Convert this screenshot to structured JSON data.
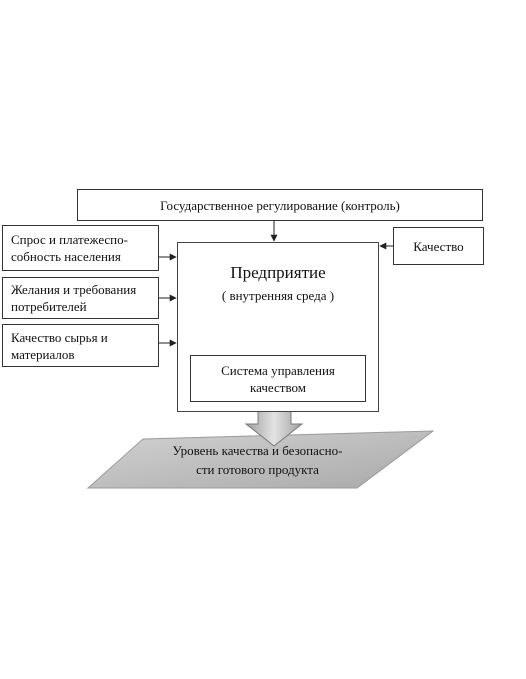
{
  "diagram": {
    "gov_regulation": "Государственное регулирование (контроль)",
    "quality_input": "Качество",
    "demand": [
      "Спрос и платежеспо-",
      "собность населения"
    ],
    "wishes": [
      "Желания и требования",
      "потребителей"
    ],
    "raw_materials": [
      "Качество сырья и",
      "материалов"
    ],
    "enterprise_title": "Предприятие",
    "enterprise_subtitle": "( внутренняя среда )",
    "qms": [
      "Система управления",
      "качеством"
    ],
    "result": [
      "Уровень качества и безопасно-",
      "сти готового продукта"
    ]
  },
  "colors": {
    "border": "#333333",
    "arrow_fill": "#c9c9c9",
    "plane_fill": "#bdbdbd"
  }
}
